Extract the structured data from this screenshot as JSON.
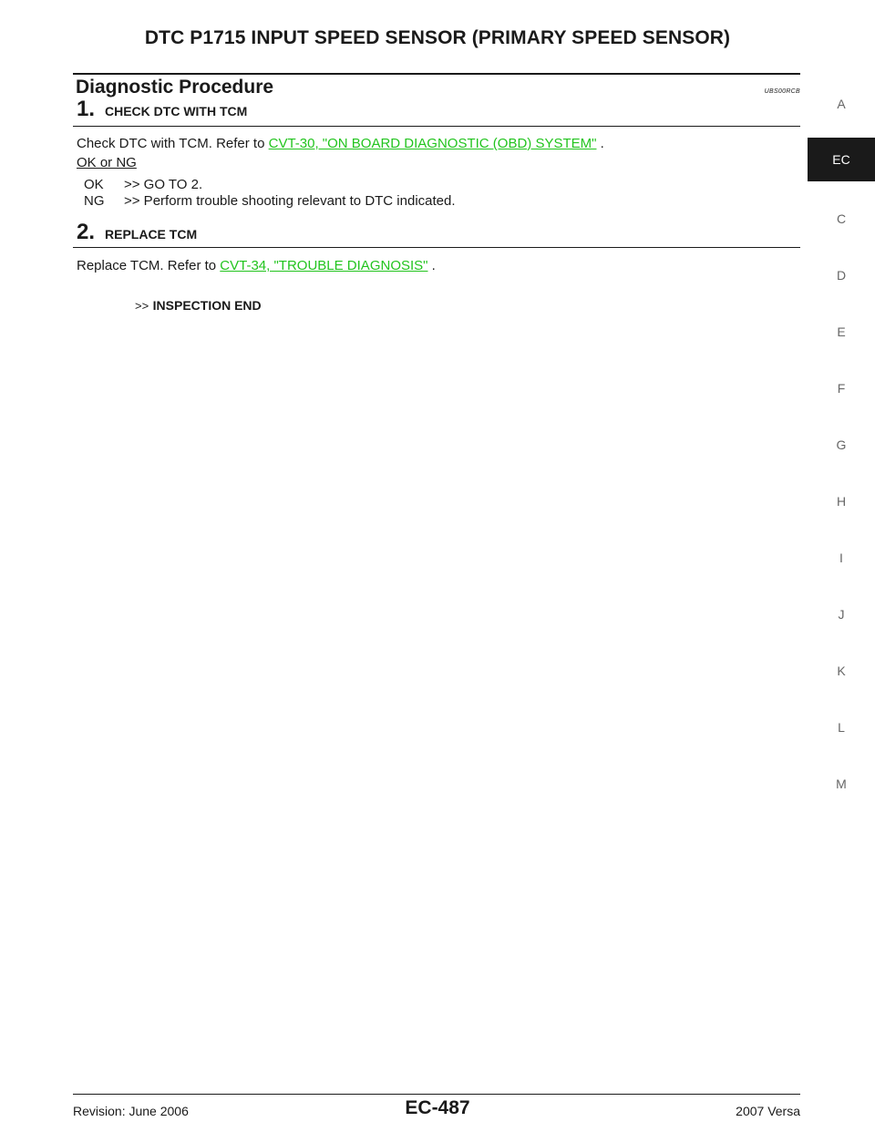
{
  "header": {
    "title": "DTC P1715 INPUT SPEED SENSOR (PRIMARY SPEED SENSOR)"
  },
  "section": {
    "title": "Diagnostic Procedure",
    "code": "UBS00RCB"
  },
  "steps": [
    {
      "number": "1.",
      "title": "CHECK DTC WITH TCM",
      "text_before": "Check DTC with TCM. Refer to ",
      "link": "CVT-30, \"ON BOARD DIAGNOSTIC (OBD) SYSTEM\"",
      "text_after": " .",
      "check_label": "OK or NG",
      "results": [
        {
          "key": "OK",
          "text": ">> GO TO 2."
        },
        {
          "key": "NG",
          "text": ">> Perform trouble shooting relevant to DTC indicated."
        }
      ]
    },
    {
      "number": "2.",
      "title": "REPLACE TCM",
      "text_before": "Replace TCM. Refer to ",
      "link": "CVT-34, \"TROUBLE DIAGNOSIS\"",
      "text_after": " .",
      "end_prefix": ">>",
      "end_text": "INSPECTION END"
    }
  ],
  "index_tabs": [
    "A",
    "EC",
    "C",
    "D",
    "E",
    "F",
    "G",
    "H",
    "I",
    "J",
    "K",
    "L",
    "M"
  ],
  "active_tab": "EC",
  "footer": {
    "revision": "Revision: June 2006",
    "page": "EC-487",
    "model": "2007 Versa"
  },
  "colors": {
    "link": "#22c41e",
    "text": "#1a1a1a",
    "tab_inactive": "#666666"
  }
}
